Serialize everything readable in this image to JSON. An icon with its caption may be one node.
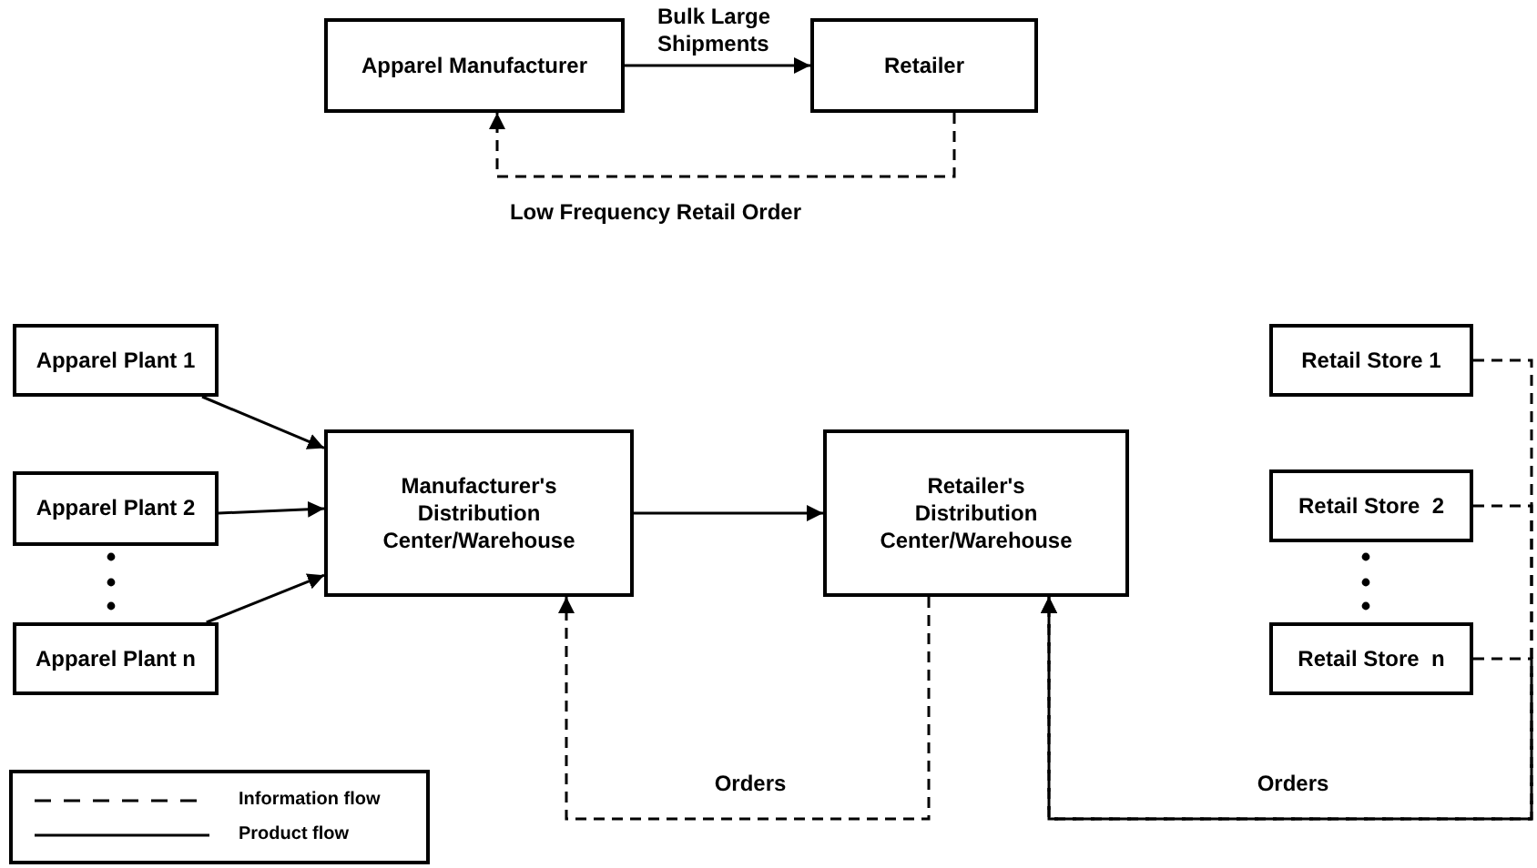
{
  "diagram": {
    "nodes": [
      {
        "text": [
          "Apparel Manufacturer"
        ]
      },
      {
        "text": [
          "Retailer"
        ]
      },
      {
        "text": [
          "Apparel Plant 1"
        ]
      },
      {
        "text": [
          "Apparel Plant 2"
        ]
      },
      {
        "text": [
          "Apparel Plant n"
        ]
      },
      {
        "text": [
          "Manufacturer's Distribution Center/Warehouse"
        ]
      },
      {
        "text": [
          "Retailer's Distribution Center/Warehouse"
        ]
      },
      {
        "text": [
          "Retail Store 1"
        ]
      },
      {
        "text": [
          "Retail Store  2"
        ]
      },
      {
        "text": [
          "Retail Store  n"
        ]
      }
    ],
    "edges": [
      {
        "from": 0,
        "to": 1,
        "arrow": "to",
        "label": "Bulk Large Shipments"
      },
      {
        "from": 1,
        "to": 0,
        "arrow": "to",
        "style": "dashed",
        "label": "Low Frequency Retail Order"
      },
      {
        "from": 2,
        "to": 5,
        "arrow": "to"
      },
      {
        "from": 3,
        "to": 5,
        "arrow": "to"
      },
      {
        "from": 4,
        "to": 5,
        "arrow": "to"
      },
      {
        "from": 5,
        "to": 6,
        "arrow": "to"
      },
      {
        "from": 6,
        "to": 5,
        "arrow": "to",
        "style": "dashed",
        "label": "Orders"
      },
      {
        "from": 7,
        "to": 6,
        "arrow": "to",
        "style": "dashed",
        "label": "Orders"
      },
      {
        "from": 8,
        "to": 6,
        "arrow": "to",
        "style": "dashed"
      },
      {
        "from": 9,
        "to": 6,
        "arrow": "to",
        "style": "dashed"
      }
    ],
    "legend": [
      {
        "text": "Information flow"
      },
      {
        "text": "Product flow"
      }
    ]
  }
}
